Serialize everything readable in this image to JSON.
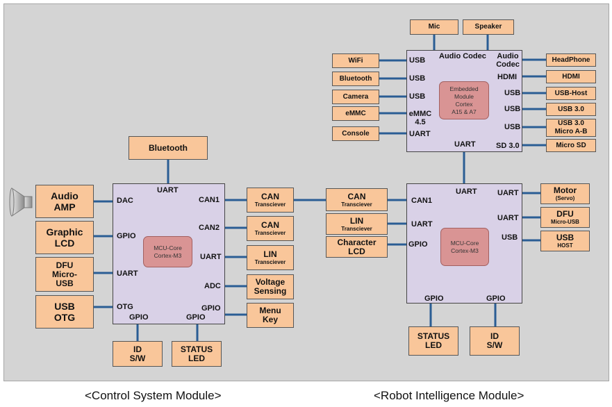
{
  "left_module": {
    "core": {
      "line1": "MCU-Core",
      "line2": "Cortex-M3"
    },
    "ports": {
      "uart_top": "UART",
      "dac": "DAC",
      "gpio": "GPIO",
      "uart_left": "UART",
      "otg": "OTG",
      "gpio_bottom_left": "GPIO",
      "gpio_bottom_right": "GPIO",
      "can1": "CAN1",
      "can2": "CAN2",
      "uart_right": "UART",
      "adc": "ADC",
      "gpio_right": "GPIO"
    },
    "peripherals": {
      "bluetooth": "Bluetooth",
      "audio_amp": [
        "Audio",
        "AMP"
      ],
      "graphic_lcd": [
        "Graphic",
        "LCD"
      ],
      "dfu": [
        "DFU",
        "Micro-",
        "USB"
      ],
      "usb_otg": [
        "USB",
        "OTG"
      ],
      "id_sw": [
        "ID",
        "S/W"
      ],
      "status_led": [
        "STATUS",
        "LED"
      ],
      "can1": {
        "title": "CAN",
        "sub": "Transciever"
      },
      "can2": {
        "title": "CAN",
        "sub": "Transciever"
      },
      "lin": {
        "title": "LIN",
        "sub": "Transciever"
      },
      "voltage": [
        "Voltage",
        "Sensing"
      ],
      "menu_key": [
        "Menu",
        "Key"
      ]
    },
    "caption": "<Control System Module>"
  },
  "embedded_module": {
    "core": {
      "line1": "Embedded",
      "line2": "Module",
      "line3": "Cortex",
      "line4": "A15 & A7"
    },
    "ports": {
      "audio_codec_top": "Audio Codec",
      "audio_codec_right": [
        "Audio",
        "Codec"
      ],
      "hdmi": "HDMI",
      "usb1": "USB",
      "usb2": "USB",
      "usb3": "USB",
      "sd": "SD 3.0",
      "uart_bottom": "UART",
      "left_usb1": "USB",
      "left_usb2": "USB",
      "left_usb3": "USB",
      "emmc": [
        "eMMC",
        "4.5"
      ],
      "left_uart": "UART"
    },
    "peripherals": {
      "mic": "Mic",
      "speaker": "Speaker",
      "wifi": "WiFi",
      "bluetooth": "Bluetooth",
      "camera": "Camera",
      "emmc": "eMMC",
      "console": "Console",
      "headphone": "HeadPhone",
      "hdmi": "HDMI",
      "usb_host": "USB-Host",
      "usb3": "USB 3.0",
      "usb3_micro": [
        "USB 3.0",
        "Micro A-B"
      ],
      "micro_sd": "Micro SD"
    }
  },
  "right_module": {
    "core": {
      "line1": "MCU-Core",
      "line2": "Cortex-M3"
    },
    "ports": {
      "uart_top": "UART",
      "can1": "CAN1",
      "uart_left": "UART",
      "gpio_left": "GPIO",
      "uart_right1": "UART",
      "uart_right2": "UART",
      "usb": "USB",
      "gpio_bottom_left": "GPIO",
      "gpio_bottom_right": "GPIO"
    },
    "peripherals": {
      "can": {
        "title": "CAN",
        "sub": "Transciever"
      },
      "lin": {
        "title": "LIN",
        "sub": "Transciever"
      },
      "character_lcd": [
        "Character",
        "LCD"
      ],
      "motor": {
        "title": "Motor",
        "sub": "(Servo)"
      },
      "dfu": {
        "title": "DFU",
        "sub": "Micro-USB"
      },
      "usb_host": {
        "title": "USB",
        "sub": "HOST"
      },
      "status_led": [
        "STATUS",
        "LED"
      ],
      "id_sw": [
        "ID",
        "S/W"
      ]
    },
    "caption": "<Robot Intelligence Module>"
  },
  "colors": {
    "panel": "#d4d4d4",
    "module": "#d9d1e7",
    "core": "#d99494",
    "peripheral": "#f9c69a",
    "wire": "#2a5d94"
  }
}
